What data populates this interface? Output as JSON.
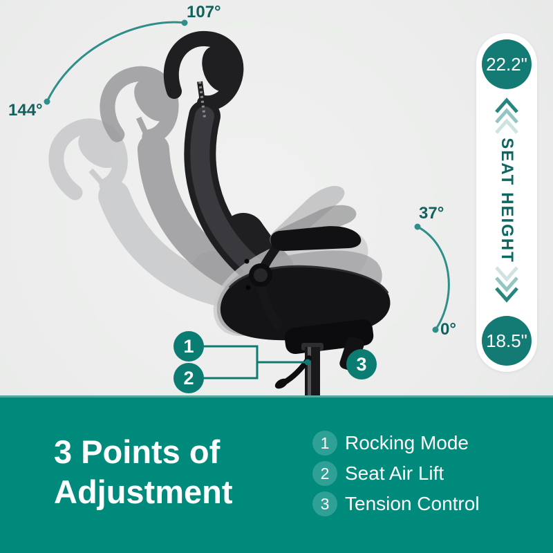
{
  "illustration": {
    "recline_angle_min": "107°",
    "recline_angle_max": "144°",
    "armrest_angle_max": "37°",
    "armrest_angle_min": "0°",
    "callout_1": "1",
    "callout_2": "2",
    "callout_3": "3"
  },
  "seat_height_gauge": {
    "max_value": "22.2\"",
    "label": "SEAT HEIGHT",
    "min_value": "18.5\""
  },
  "banner": {
    "heading_line1": "3 Points of",
    "heading_line2": "Adjustment",
    "features": [
      {
        "num": "1",
        "label": "Rocking Mode"
      },
      {
        "num": "2",
        "label": "Seat Air Lift"
      },
      {
        "num": "3",
        "label": "Tension Control"
      }
    ]
  },
  "colors": {
    "band_teal": "#008A7C",
    "accent_dark_teal": "#11625E",
    "arc_teal": "#2E8F8A",
    "badge_teal": "#0A7C71",
    "list_badge_teal": "#2FA096",
    "background_gray": "#EBECEB"
  }
}
